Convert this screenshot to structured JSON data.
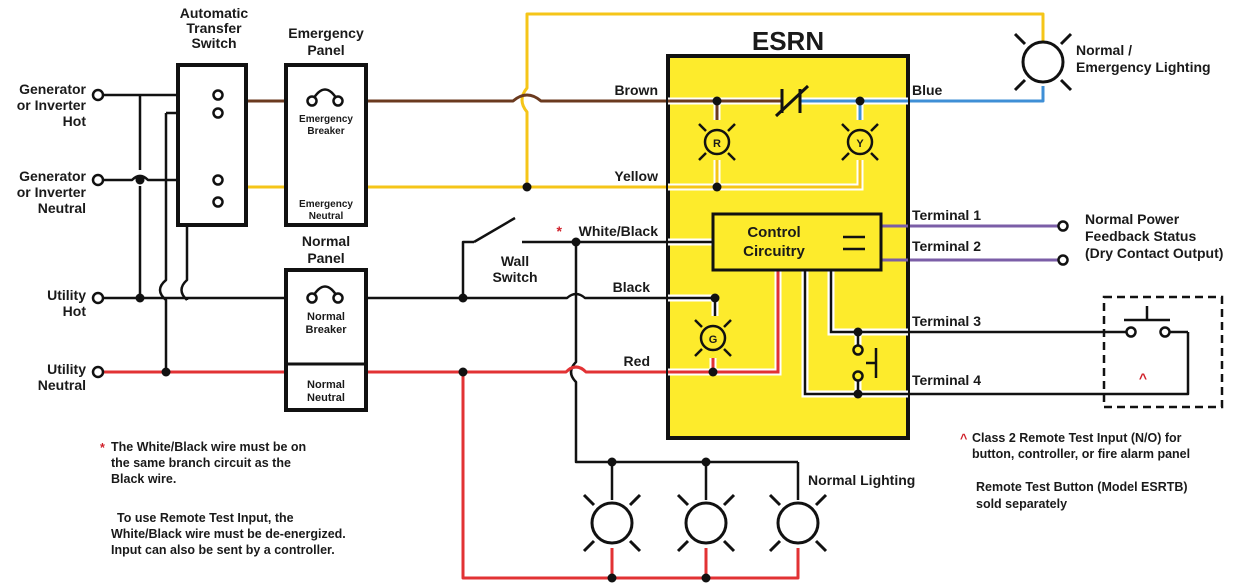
{
  "colors": {
    "brown": "#6b3a1f",
    "yellow": "#f5c518",
    "blue": "#3f8fd6",
    "red": "#e23234",
    "purple": "#7b5ea7",
    "black": "#111111",
    "white_wire": "#ffffff",
    "esrn_fill": "#fdeb2c",
    "asterisk": "#d0202a"
  },
  "sources": {
    "gen_hot": [
      "Generator",
      "or Inverter",
      "Hot"
    ],
    "gen_neutral": [
      "Generator",
      "or Inverter",
      "Neutral"
    ],
    "utility_hot": [
      "Utility",
      "Hot"
    ],
    "utility_neutral": [
      "Utility",
      "Neutral"
    ]
  },
  "ats": {
    "title": [
      "Automatic",
      "Transfer",
      "Switch"
    ]
  },
  "emergency_panel": {
    "title": [
      "Emergency",
      "Panel"
    ],
    "breaker": [
      "Emergency",
      "Breaker"
    ],
    "neutral": [
      "Emergency",
      "Neutral"
    ]
  },
  "normal_panel": {
    "title": [
      "Normal",
      "Panel"
    ],
    "breaker": [
      "Normal",
      "Breaker"
    ],
    "neutral": [
      "Normal",
      "Neutral"
    ]
  },
  "esrn": {
    "title": "ESRN",
    "control": [
      "Control",
      "Circuitry"
    ],
    "indicators": {
      "r": "R",
      "y": "Y",
      "g": "G"
    }
  },
  "wires": {
    "brown": "Brown",
    "blue": "Blue",
    "yellow": "Yellow",
    "white_black": "White/Black",
    "white_black_marker": "*",
    "black": "Black",
    "red": "Red"
  },
  "wall_switch": [
    "Wall",
    "Switch"
  ],
  "terminals": {
    "t1": "Terminal 1",
    "t2": "Terminal 2",
    "t3": "Terminal 3",
    "t4": "Terminal 4"
  },
  "loads": {
    "emergency_lighting": [
      "Normal /",
      "Emergency Lighting"
    ],
    "normal_lighting": "Normal Lighting"
  },
  "feedback": [
    "Normal Power",
    "Feedback Status",
    "(Dry Contact Output)"
  ],
  "remote_test_marker": "^",
  "notes": {
    "asterisk_marker": "*",
    "asterisk_note": [
      "The White/Black wire must be on",
      "the same branch circuit as the",
      "Black wire."
    ],
    "remote_note": [
      "To use Remote Test Input, the",
      "White/Black wire must be de-energized.",
      "Input can also be sent by a controller."
    ],
    "caret_marker": "^",
    "caret_note": [
      "Class 2 Remote Test Input (N/O) for",
      "button, controller, or fire alarm panel"
    ],
    "button_note": [
      "Remote Test Button (Model ESRTB)",
      "sold separately"
    ]
  }
}
